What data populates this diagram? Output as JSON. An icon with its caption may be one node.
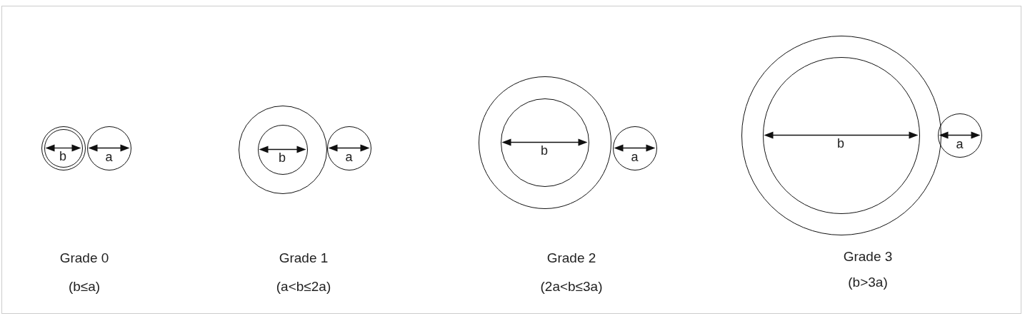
{
  "diagram": {
    "nodes": [
      {
        "text": [],
        "shape": "circle",
        "beside": [
          "Grade 0",
          "(b≤a)"
        ]
      },
      {
        "text": [
          "b"
        ],
        "in": 0
      },
      {
        "text": [
          "a"
        ]
      },
      {
        "text": [],
        "shape": "circle",
        "beside": [
          "Grade 1",
          "(a<b≤2a)"
        ]
      },
      {
        "text": [
          "b"
        ],
        "in": 3
      },
      {
        "text": [
          "a"
        ]
      },
      {
        "text": [],
        "shape": "circle",
        "beside": [
          "Grade 2",
          "(2a<b≤3a)"
        ]
      },
      {
        "text": [
          "b"
        ],
        "in": 6
      },
      {
        "text": [
          "a"
        ]
      },
      {
        "text": [],
        "shape": "circle",
        "beside": [
          "Grade 3",
          "(b>3a)"
        ]
      },
      {
        "text": [
          "b"
        ],
        "in": 9
      },
      {
        "text": [
          "a"
        ]
      }
    ]
  }
}
